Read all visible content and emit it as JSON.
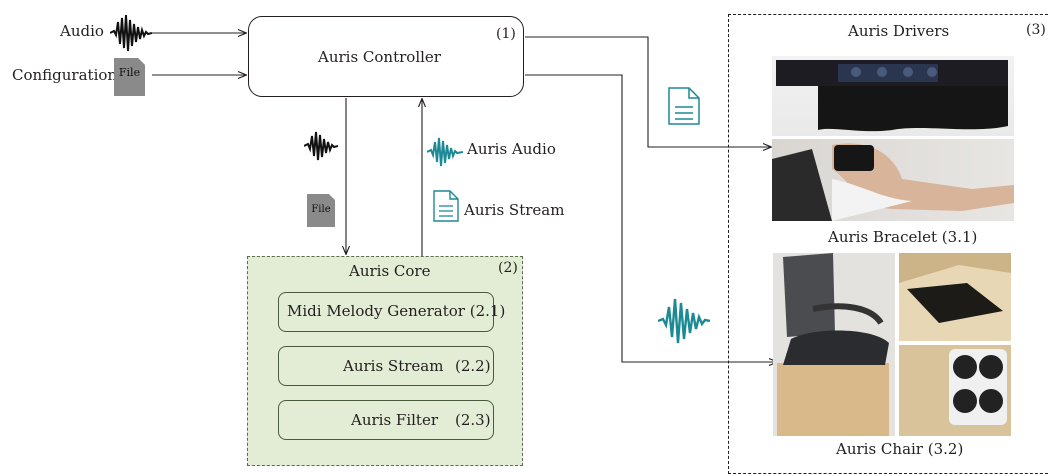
{
  "inputs": {
    "audio": "Audio",
    "configuration": "Configuration",
    "file_icon_text": "File"
  },
  "controller": {
    "title": "Auris Controller",
    "number": "(1)"
  },
  "core": {
    "title": "Auris Core",
    "number": "(2)",
    "modules": [
      {
        "label": "Midi Melody Generator (2.1)"
      },
      {
        "label": "Auris Stream",
        "number": "(2.2)"
      },
      {
        "label": "Auris Filter",
        "number": "(2.3)"
      }
    ]
  },
  "feedback": {
    "audio": "Auris Audio",
    "stream": "Auris Stream"
  },
  "drivers": {
    "title": "Auris Drivers",
    "number": "(3)",
    "bracelet_caption": "Auris Bracelet (3.1)",
    "chair_caption": "Auris Chair (3.2)"
  },
  "colors": {
    "teal": "#1c8a94",
    "core_fill": "#e3ecd4",
    "file_gray": "#8a8a8a",
    "line": "#231f20"
  },
  "icons": [
    "waveform-icon",
    "file-icon",
    "document-icon"
  ]
}
